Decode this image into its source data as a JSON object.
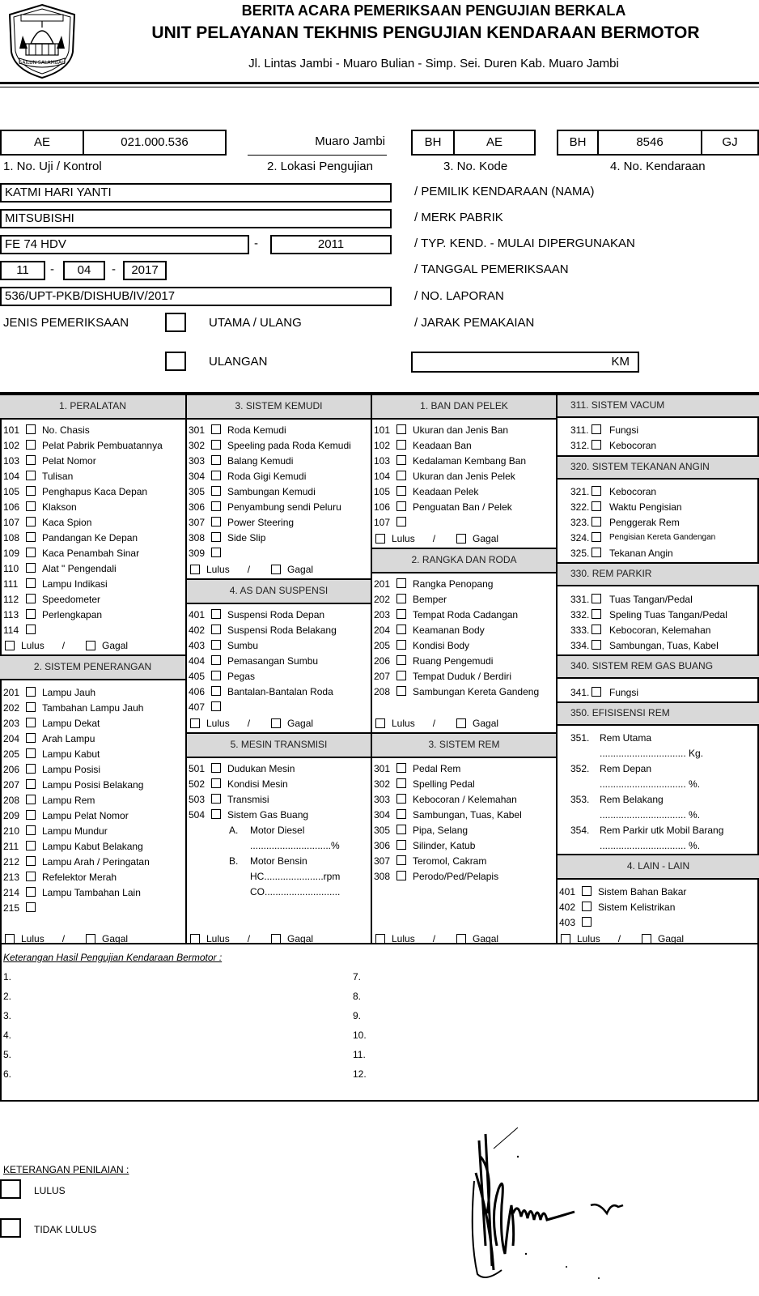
{
  "header": {
    "title1": "BERITA ACARA PEMERIKSAAN PENGUJIAN BERKALA",
    "title2": "UNIT PELAYANAN TEKHNIS PENGUJIAN KENDARAAN BERMOTOR",
    "address": "Jl. Lintas Jambi - Muaro Bulian - Simp. Sei. Duren Kab. Muaro Jambi",
    "seal_text": "SAILUN SALAMBAH"
  },
  "ids": {
    "no_uji_prefix": "AE",
    "no_uji": "021.000.536",
    "lokasi": "Muaro Jambi",
    "kode_1": "BH",
    "kode_2": "AE",
    "kend_1": "BH",
    "kend_2": "8546",
    "kend_3": "GJ",
    "label_no_uji": "1. No. Uji / Kontrol",
    "label_lokasi": "2. Lokasi Pengujian",
    "label_kode": "3. No. Kode",
    "label_kendaraan": "4. No. Kendaraan"
  },
  "details": {
    "pemilik": "KATMI HARI YANTI",
    "merk": "MITSUBISHI",
    "tipe": "FE 74 HDV",
    "dash": "-",
    "tahun": "2011",
    "tgl_d": "11",
    "tgl_m": "04",
    "tgl_y": "2017",
    "laporan": "536/UPT-PKB/DISHUB/IV/2017",
    "label_pemilik": "/ PEMILIK KENDARAAN (NAMA)",
    "label_merk": "/ MERK PABRIK",
    "label_tipe": "/ TYP. KEND. - MULAI DIPERGUNAKAN",
    "label_tanggal": "/ TANGGAL PEMERIKSAAN",
    "label_laporan": "/ NO. LAPORAN",
    "label_jarak": "/ JARAK PEMAKAIAN",
    "jenis": "JENIS PEMERIKSAAN",
    "utama": "UTAMA / ULANG",
    "ulangan": "ULANGAN",
    "km": "KM"
  },
  "legend": {
    "lulus": "Lulus",
    "slash": "/",
    "gagal": "Gagal"
  },
  "col1": {
    "peralatan_title": "1. PERALATAN",
    "peralatan": [
      [
        "101",
        "No. Chasis"
      ],
      [
        "102",
        "Pelat Pabrik Pembuatannya"
      ],
      [
        "103",
        "Pelat Nomor"
      ],
      [
        "104",
        "Tulisan"
      ],
      [
        "105",
        "Penghapus Kaca Depan"
      ],
      [
        "106",
        "Klakson"
      ],
      [
        "107",
        "Kaca Spion"
      ],
      [
        "108",
        "Pandangan Ke Depan"
      ],
      [
        "109",
        "Kaca Penambah Sinar"
      ],
      [
        "110",
        "Alat \" Pengendali"
      ],
      [
        "111",
        "Lampu Indikasi"
      ],
      [
        "112",
        "Speedometer"
      ],
      [
        "113",
        "Perlengkapan"
      ],
      [
        "114",
        ""
      ]
    ],
    "penerangan_title": "2. SISTEM PENERANGAN",
    "penerangan": [
      [
        "201",
        "Lampu Jauh"
      ],
      [
        "202",
        "Tambahan Lampu Jauh"
      ],
      [
        "203",
        "Lampu Dekat"
      ],
      [
        "204",
        "Arah Lampu"
      ],
      [
        "205",
        "Lampu Kabut"
      ],
      [
        "206",
        "Lampu Posisi"
      ],
      [
        "207",
        "Lampu Posisi Belakang"
      ],
      [
        "208",
        "Lampu Rem"
      ],
      [
        "209",
        "Lampu Pelat Nomor"
      ],
      [
        "210",
        "Lampu Mundur"
      ],
      [
        "211",
        "Lampu Kabut Belakang"
      ],
      [
        "212",
        "Lampu Arah / Peringatan"
      ],
      [
        "213",
        "Refelektor Merah"
      ],
      [
        "214",
        "Lampu Tambahan Lain"
      ],
      [
        "215",
        ""
      ]
    ]
  },
  "col2": {
    "kemudi_title": "3. SISTEM KEMUDI",
    "kemudi": [
      [
        "301",
        "Roda Kemudi"
      ],
      [
        "302",
        "Speeling pada Roda Kemudi"
      ],
      [
        "303",
        "Balang Kemudi"
      ],
      [
        "304",
        "Roda Gigi Kemudi"
      ],
      [
        "305",
        "Sambungan Kemudi"
      ],
      [
        "306",
        "Penyambung sendi Peluru"
      ],
      [
        "307",
        "Power Steering"
      ],
      [
        "308",
        "Side Slip"
      ],
      [
        "309",
        ""
      ]
    ],
    "as_title": "4. AS DAN SUSPENSI",
    "as": [
      [
        "401",
        "Suspensi Roda Depan"
      ],
      [
        "402",
        "Suspensi Roda Belakang"
      ],
      [
        "403",
        "Sumbu"
      ],
      [
        "404",
        "Pemasangan Sumbu"
      ],
      [
        "405",
        "Pegas"
      ],
      [
        "406",
        "Bantalan-Bantalan Roda"
      ],
      [
        "407",
        ""
      ]
    ],
    "mesin_title": "5. MESIN TRANSMISI",
    "mesin": [
      [
        "501",
        "Dudukan Mesin"
      ],
      [
        "502",
        "Kondisi Mesin"
      ],
      [
        "503",
        "Transmisi"
      ],
      [
        "504",
        "Sistem Gas Buang"
      ]
    ],
    "mesin_a": "A.",
    "mesin_a_label": "Motor Diesel",
    "mesin_a_line": "..............................%",
    "mesin_b": "B.",
    "mesin_b_label": "Motor Bensin",
    "mesin_hc": "HC......................rpm",
    "mesin_co": "CO............................"
  },
  "col3": {
    "ban_title": "1. BAN DAN PELEK",
    "ban": [
      [
        "101",
        "Ukuran dan Jenis Ban"
      ],
      [
        "102",
        "Keadaan Ban"
      ],
      [
        "103",
        "Kedalaman Kembang Ban"
      ],
      [
        "104",
        "Ukuran dan Jenis Pelek"
      ],
      [
        "105",
        "Keadaan Pelek"
      ],
      [
        "106",
        "Penguatan Ban / Pelek"
      ],
      [
        "107",
        ""
      ]
    ],
    "rangka_title": "2. RANGKA DAN RODA",
    "rangka": [
      [
        "201",
        "Rangka Penopang"
      ],
      [
        "202",
        "Bemper"
      ],
      [
        "203",
        "Tempat Roda Cadangan"
      ],
      [
        "204",
        "Keamanan Body"
      ],
      [
        "205",
        "Kondisi Body"
      ],
      [
        "206",
        "Ruang Pengemudi"
      ],
      [
        "207",
        "Tempat Duduk / Berdiri"
      ],
      [
        "208",
        "Sambungan Kereta Gandeng"
      ]
    ],
    "rem_title": "3. SISTEM REM",
    "rem": [
      [
        "301",
        "Pedal Rem"
      ],
      [
        "302",
        "Spelling Pedal"
      ],
      [
        "303",
        "Kebocoran / Kelemahan"
      ],
      [
        "304",
        "Sambungan, Tuas, Kabel"
      ],
      [
        "305",
        "Pipa, Selang"
      ],
      [
        "306",
        "Silinder, Katub"
      ],
      [
        "307",
        "Teromol, Cakram"
      ],
      [
        "308",
        "Perodo/Ped/Pelapis"
      ]
    ]
  },
  "col4": {
    "vacum_title": "311. SISTEM VACUM",
    "vacum": [
      [
        "311.",
        "Fungsi"
      ],
      [
        "312.",
        "Kebocoran"
      ]
    ],
    "angin_title": "320. SISTEM TEKANAN ANGIN",
    "angin": [
      [
        "321.",
        "Kebocoran"
      ],
      [
        "322.",
        "Waktu Pengisian"
      ],
      [
        "323.",
        "Penggerak Rem"
      ],
      [
        "324.",
        "Pengisian Kereta Gandengan"
      ],
      [
        "325.",
        "Tekanan Angin"
      ]
    ],
    "parkir_title": "330. REM PARKIR",
    "parkir": [
      [
        "331.",
        "Tuas Tangan/Pedal"
      ],
      [
        "332.",
        "Speling Tuas Tangan/Pedal"
      ],
      [
        "333.",
        "Kebocoran, Kelemahan"
      ],
      [
        "334.",
        "Sambungan, Tuas, Kabel"
      ]
    ],
    "gas_title": "340. SISTEM REM GAS BUANG",
    "gas": [
      [
        "341.",
        "Fungsi"
      ]
    ],
    "efisiensi_title": "350. EFISISENSI REM",
    "efisiensi": [
      [
        "351.",
        "Rem Utama",
        "................................ Kg."
      ],
      [
        "352.",
        "Rem Depan",
        "................................ %."
      ],
      [
        "353.",
        "Rem Belakang",
        "................................ %."
      ],
      [
        "354.",
        "Rem Parkir utk Mobil Barang",
        "................................ %."
      ]
    ],
    "lain_title": "4. LAIN - LAIN",
    "lain": [
      [
        "401",
        "Sistem Bahan Bakar"
      ],
      [
        "402",
        "Sistem Kelistrikan"
      ],
      [
        "403",
        ""
      ]
    ]
  },
  "remarks": {
    "title": "Keterangan Hasil Pengujian Kendaraan Bermotor :",
    "left": [
      "1.",
      "2.",
      "3.",
      "4.",
      "5.",
      "6."
    ],
    "right": [
      "7.",
      "8.",
      "9.",
      "10.",
      "11.",
      "12."
    ]
  },
  "assessment": {
    "title": "KETERANGAN PENILAIAN :",
    "lulus": "LULUS",
    "tidak_lulus": "TIDAK LULUS"
  }
}
